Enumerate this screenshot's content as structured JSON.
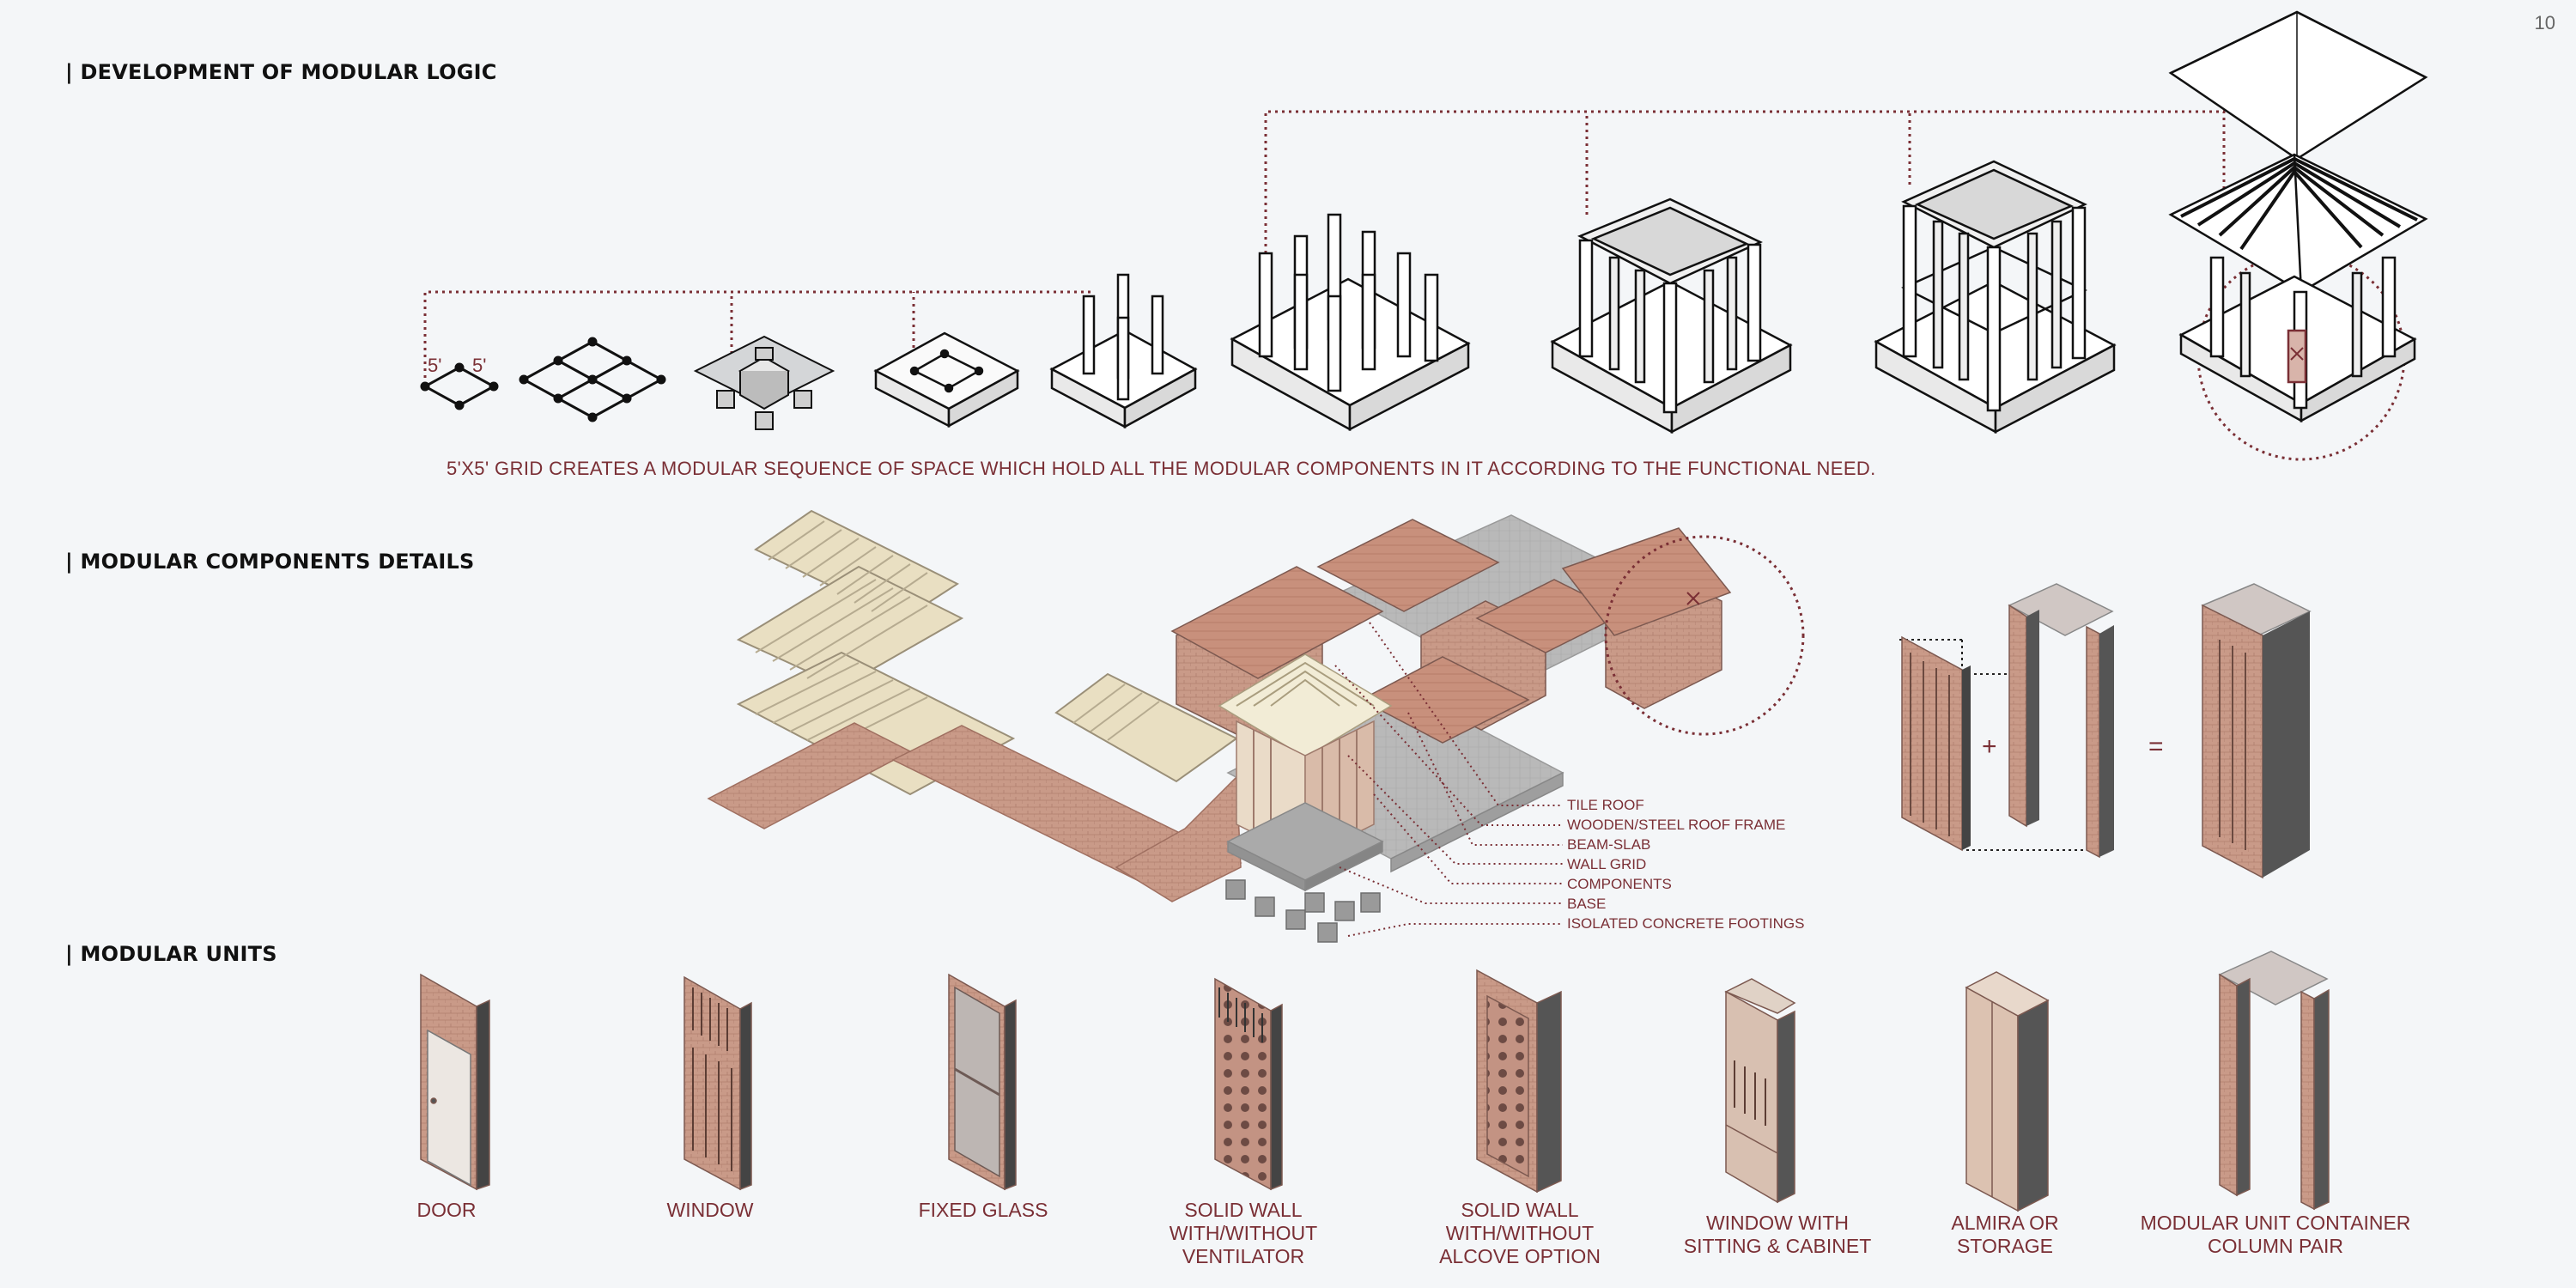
{
  "page_number": "10",
  "sections": {
    "development": "| DEVELOPMENT OF MODULAR LOGIC",
    "components": "| MODULAR COMPONENTS DETAILS",
    "units": "| MODULAR UNITS"
  },
  "grid_dims": {
    "a": "5'",
    "b": "5'"
  },
  "caption": "5'X5' GRID CREATES A MODULAR SEQUENCE OF SPACE WHICH HOLD ALL THE MODULAR COMPONENTS IN IT ACCORDING TO THE FUNCTIONAL NEED.",
  "component_labels": [
    "TILE ROOF",
    "WOODEN/STEEL ROOF FRAME",
    "BEAM-SLAB",
    "WALL GRID",
    "COMPONENTS",
    "BASE",
    "ISOLATED CONCRETE FOOTINGS"
  ],
  "symbols": {
    "plus": "+",
    "equals": "="
  },
  "units": [
    {
      "label": "DOOR"
    },
    {
      "label": "WINDOW"
    },
    {
      "label": "FIXED GLASS"
    },
    {
      "label": "SOLID WALL WITH/WITHOUT VENTILATOR"
    },
    {
      "label": "SOLID WALL WITH/WITHOUT ALCOVE OPTION"
    },
    {
      "label": "WINDOW WITH SITTING & CABINET"
    },
    {
      "label": "ALMIRA OR STORAGE"
    },
    {
      "label": "MODULAR UNIT CONTAINER COLUMN PAIR"
    }
  ],
  "colors": {
    "accent": "#7a2f35",
    "brick": "#c99a88",
    "concrete": "#b8b8b8",
    "timber": "#e9dfc2"
  }
}
